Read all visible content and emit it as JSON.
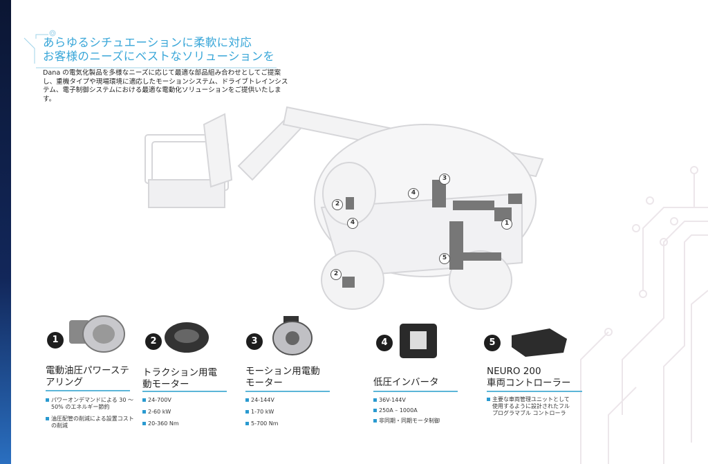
{
  "header": {
    "title_line1": "あらゆるシチュエーションに柔軟に対応",
    "title_line2": "お客様のニーズにベストなソリューションを",
    "description": "Dana の電気化製品を多様なニーズに応じて最適な部品組み合わせとしてご提案し、重機タイプや現場環境に適応したモーションシステム、ドライブトレインシステム、電子制御システムにおける最適な電動化ソリューションをご提供いたします。"
  },
  "callouts": [
    "3",
    "4",
    "2",
    "4",
    "1",
    "5",
    "2"
  ],
  "products": [
    {
      "number": "1",
      "title1": "電動油圧パワーステ",
      "title2": "アリング",
      "bullets": [
        "パワーオンデマンドによる 30 〜 50% のエネルギー節約",
        "油圧配管の削減による設置コストの削減"
      ]
    },
    {
      "number": "2",
      "title1": "トラクション用電",
      "title2": "動モーター",
      "bullets": [
        "24-700V",
        "2-60 kW",
        "20-360 Nm"
      ]
    },
    {
      "number": "3",
      "title1": "モーション用電動",
      "title2": "モーター",
      "bullets": [
        "24-144V",
        "1-70 kW",
        "5-700 Nm"
      ]
    },
    {
      "number": "4",
      "title1": "",
      "title2": "低圧インバータ",
      "bullets": [
        "36V-144V",
        "250A – 1000A",
        "非同期・同期モータ制御"
      ]
    },
    {
      "number": "5",
      "title1": "NEURO 200",
      "title2": "車両コントローラー",
      "bullets": [
        "主要な車両管理ユニットとして使用するように設計されたフルプログラマブル コントローラ"
      ]
    }
  ],
  "colors": {
    "accent": "#38a6d8",
    "navy": "#0b1633"
  }
}
